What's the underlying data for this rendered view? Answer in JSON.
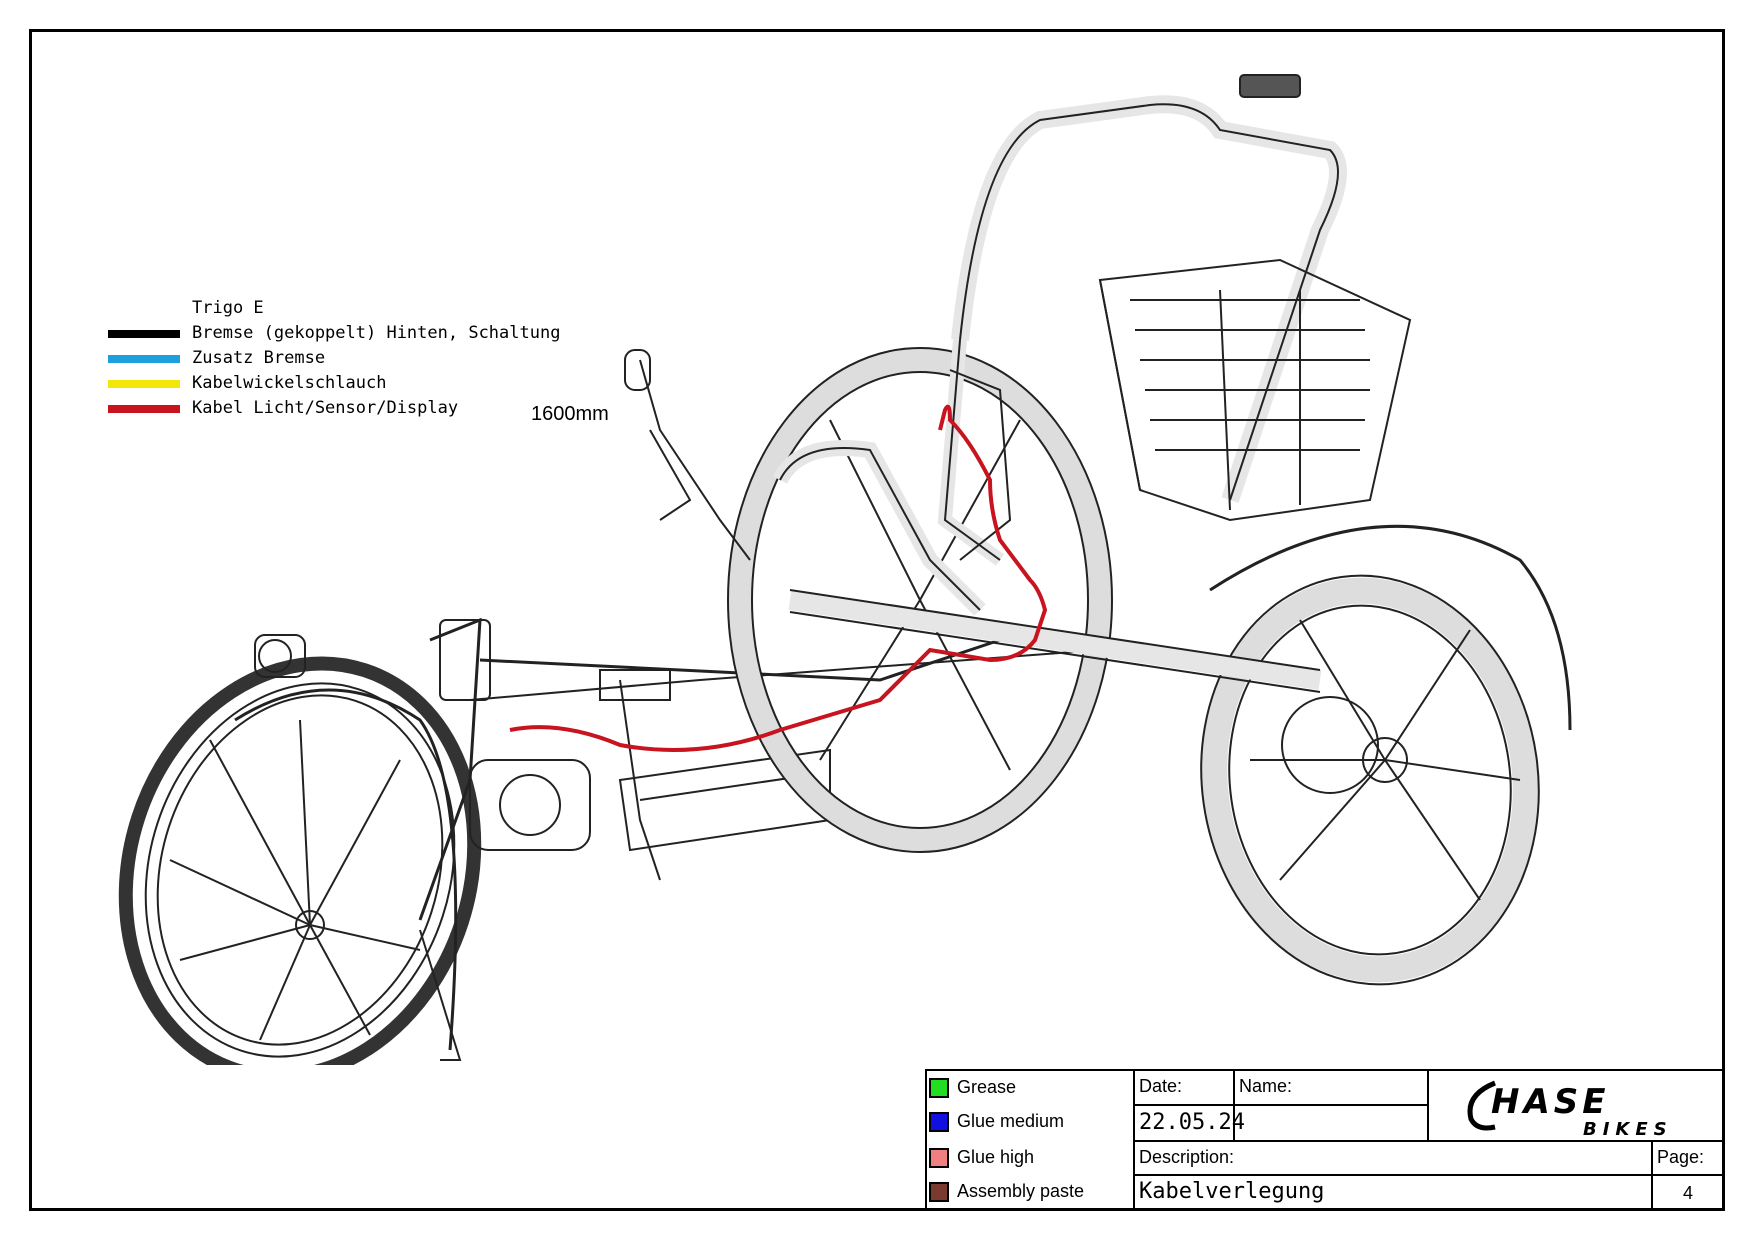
{
  "legend": {
    "title": "Trigo E",
    "items": [
      {
        "label": "Bremse (gekoppelt) Hinten, Schaltung",
        "color": "#000000"
      },
      {
        "label": "Zusatz Bremse",
        "color": "#1ea0dc"
      },
      {
        "label": "Kabelwickelschlauch",
        "color": "#f5e60a"
      },
      {
        "label": "Kabel Licht/Sensor/Display",
        "color": "#c8141e"
      }
    ]
  },
  "cable_length": "1600mm",
  "materials": [
    {
      "label": "Grease",
      "color": "#22dd22"
    },
    {
      "label": "Glue medium",
      "color": "#1010e0"
    },
    {
      "label": "Glue high",
      "color": "#f08080"
    },
    {
      "label": "Assembly paste",
      "color": "#7a3a30"
    }
  ],
  "title_block": {
    "date_label": "Date:",
    "date_value": "22.05.24",
    "name_label": "Name:",
    "name_value": "",
    "description_label": "Description:",
    "description_value": "Kabelverlegung",
    "page_label": "Page:",
    "page_value": "4",
    "logo_main": "HASE",
    "logo_sub": "BIKES"
  }
}
